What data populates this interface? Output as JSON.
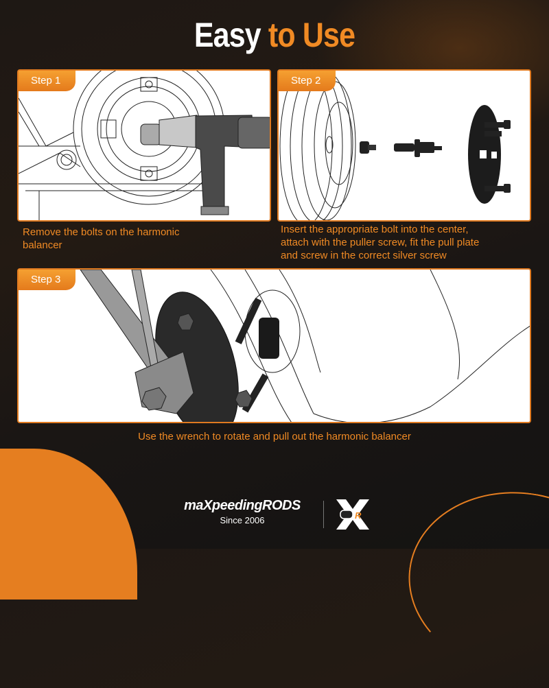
{
  "title": {
    "part1": "Easy",
    "part2": "to Use"
  },
  "steps": [
    {
      "label": "Step 1",
      "caption_line1": "Remove the bolts on the harmonic",
      "caption_line2": "balancer",
      "illustration": "impact-wrench-on-harmonic-balancer"
    },
    {
      "label": "Step 2",
      "caption_line1": "Insert the appropriate bolt into the center,",
      "caption_line2": "attach with the puller screw, fit the pull plate",
      "caption_line3": "and screw in the correct silver screw",
      "illustration": "puller-parts-exploded-view"
    },
    {
      "label": "Step 3",
      "caption": "Use the wrench to rotate and pull out the harmonic balancer",
      "illustration": "wrench-turning-puller-plate"
    }
  ],
  "footer": {
    "brand": "maXpeedingRODS",
    "since": "Since 2006",
    "badge": "OR"
  },
  "colors": {
    "accent": "#f08a24",
    "background": "#1e1814",
    "panel": "#ffffff"
  }
}
